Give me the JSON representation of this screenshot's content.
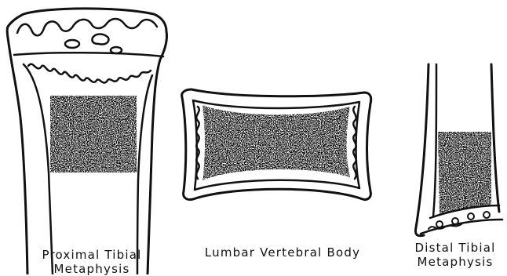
{
  "colors": {
    "ink": "#111111",
    "stipple": "#2a2a2a",
    "paper": "#ffffff"
  },
  "panels": [
    {
      "id": "proximal-tibial-metaphysis",
      "caption_lines": [
        "Proximal Tibial",
        "Metaphysis"
      ]
    },
    {
      "id": "lumbar-vertebral-body",
      "caption_lines": [
        "Lumbar Vertebral Body"
      ]
    },
    {
      "id": "distal-tibial-metaphysis",
      "caption_lines": [
        "Distal Tibial",
        "Metaphysis"
      ]
    }
  ]
}
